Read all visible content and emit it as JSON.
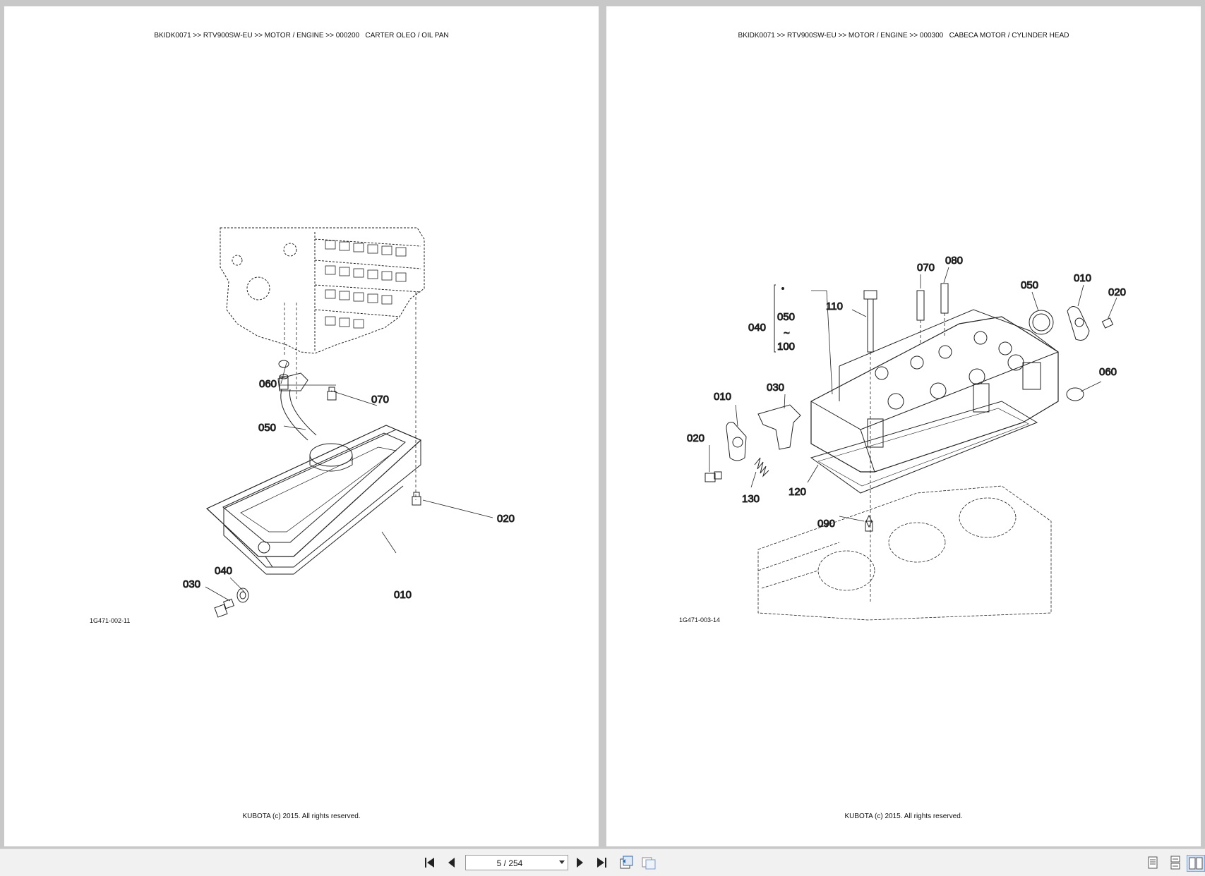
{
  "pages": [
    {
      "header": "BKIDK0071 >> RTV900SW-EU >> MOTOR / ENGINE >> 000200   CARTER OLEO / OIL PAN",
      "figure_code": "1G471-002-11",
      "footer": "KUBOTA (c) 2015. All rights reserved.",
      "callouts": [
        "060",
        "070",
        "050",
        "020",
        "040",
        "030",
        "010"
      ]
    },
    {
      "header": "BKIDK0071 >> RTV900SW-EU >> MOTOR / ENGINE >> 000300   CABECA MOTOR / CYLINDER HEAD",
      "figure_code": "1G471-003-14",
      "footer": "KUBOTA (c) 2015. All rights reserved.",
      "callouts": [
        "070",
        "080",
        "050",
        "010",
        "020",
        "110",
        "040",
        "050",
        "~",
        "100",
        "060",
        "010",
        "030",
        "020",
        "130",
        "120",
        "090"
      ]
    }
  ],
  "toolbar": {
    "page_indicator": "5 / 254",
    "icons": [
      "first-page-icon",
      "previous-page-icon",
      "next-page-icon",
      "last-page-icon",
      "fit-page-icon",
      "fit-width-icon",
      "single-page-view-icon",
      "continuous-view-icon",
      "facing-pages-view-icon"
    ]
  }
}
